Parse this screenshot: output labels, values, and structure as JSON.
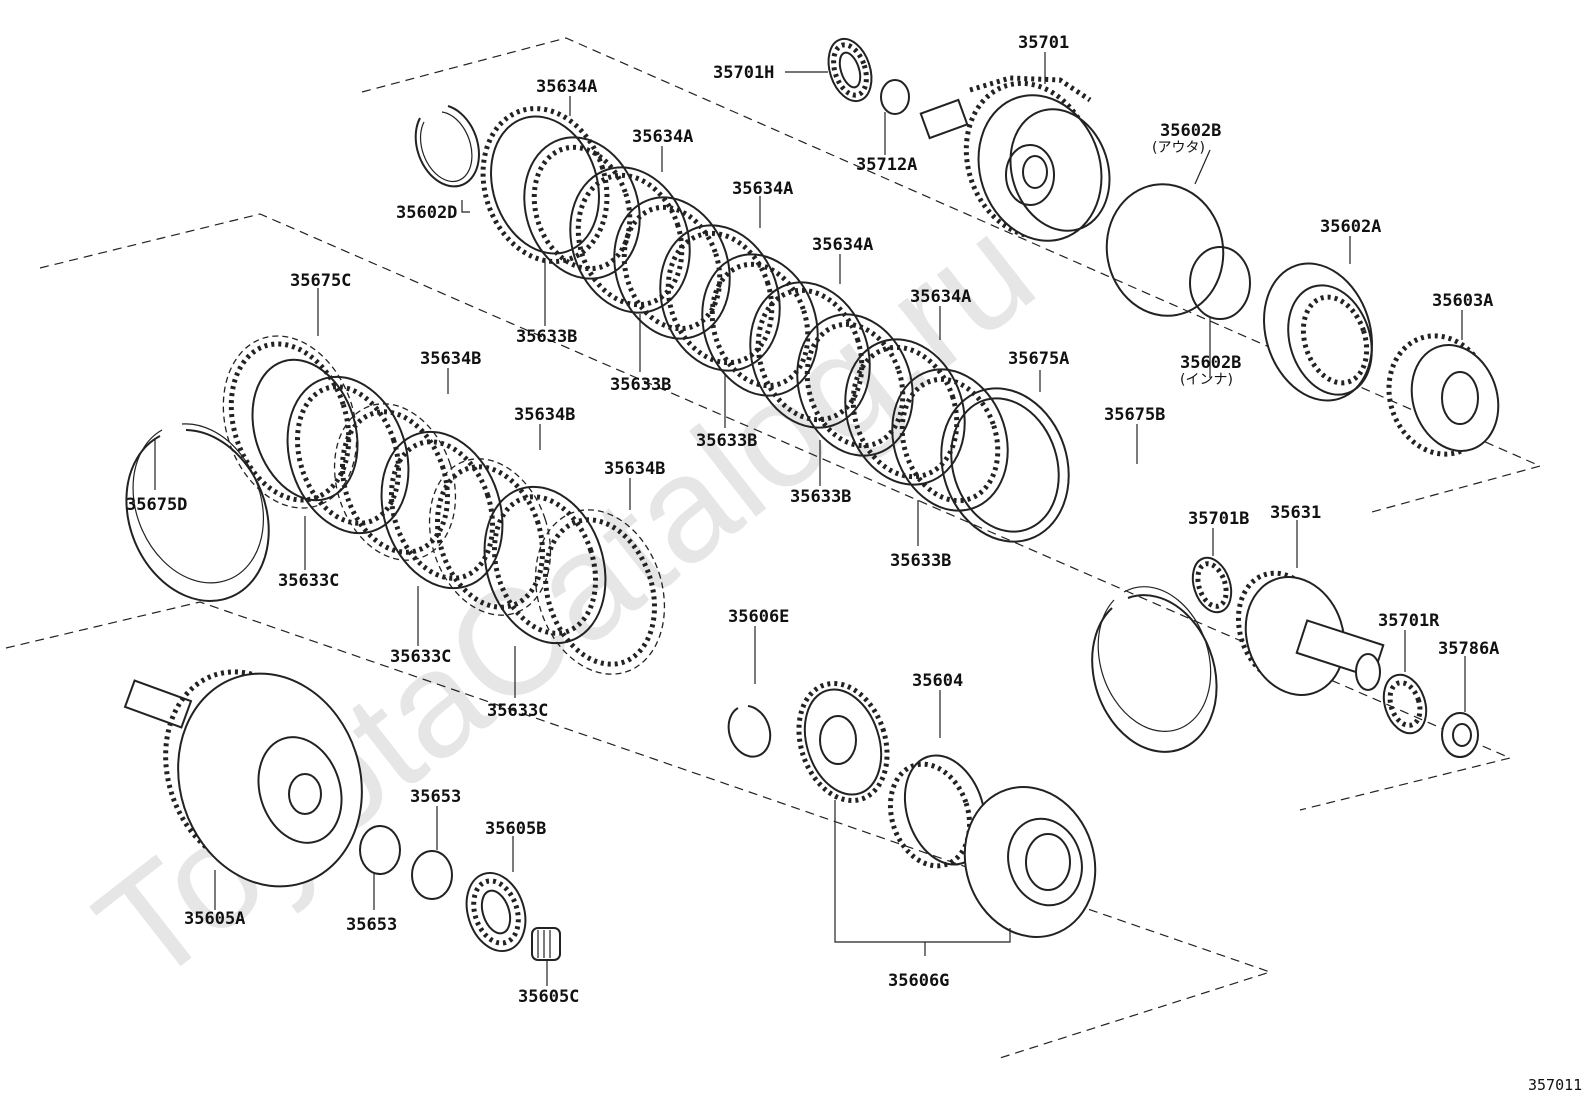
{
  "watermark": "ToyotaCatalog.ru",
  "ref_number": "357011",
  "labels": {
    "p35701H": "35701H",
    "p35701": "35701",
    "p35712A": "35712A",
    "p35602B_outer": "35602B",
    "p35602B_outer_note": "(アウタ)",
    "p35602B_inner": "35602B",
    "p35602B_inner_note": "(インナ)",
    "p35602A": "35602A",
    "p35603A": "35603A",
    "p35634A_1": "35634A",
    "p35634A_2": "35634A",
    "p35634A_3": "35634A",
    "p35634A_4": "35634A",
    "p35634A_5": "35634A",
    "p35602D": "35602D",
    "p35633B_1": "35633B",
    "p35633B_2": "35633B",
    "p35633B_3": "35633B",
    "p35633B_4": "35633B",
    "p35633B_5": "35633B",
    "p35675A": "35675A",
    "p35675B": "35675B",
    "p35675C": "35675C",
    "p35675D": "35675D",
    "p35634B_1": "35634B",
    "p35634B_2": "35634B",
    "p35634B_3": "35634B",
    "p35633C_1": "35633C",
    "p35633C_2": "35633C",
    "p35633C_3": "35633C",
    "p35701B": "35701B",
    "p35631": "35631",
    "p35701R": "35701R",
    "p35786A": "35786A",
    "p35606E": "35606E",
    "p35604": "35604",
    "p35606G": "35606G",
    "p35653_1": "35653",
    "p35653_2": "35653",
    "p35605B": "35605B",
    "p35605A": "35605A",
    "p35605C": "35605C"
  }
}
